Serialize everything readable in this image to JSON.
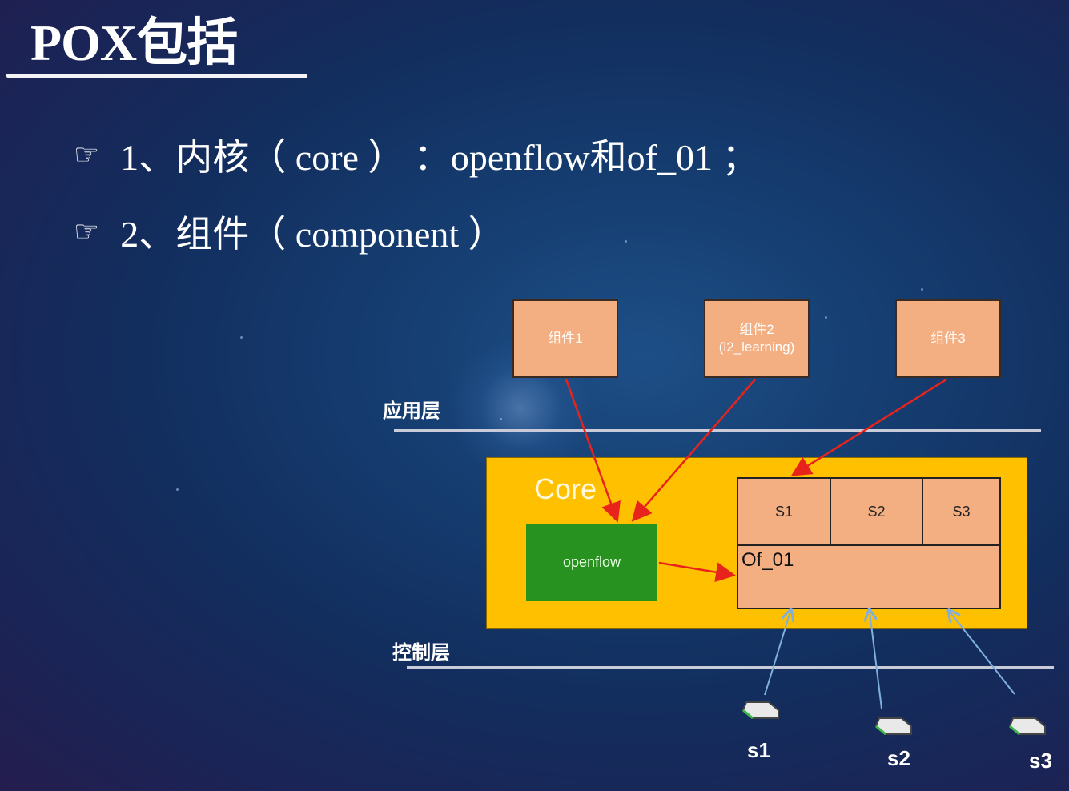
{
  "slide": {
    "title": "POX包括",
    "bullets": [
      {
        "icon": "pointing-hand-icon",
        "text": "1、内核（ core ） ：openflow和of_01 ；"
      },
      {
        "icon": "pointing-hand-icon",
        "text": "2、组件（ component ）"
      }
    ]
  },
  "diagram": {
    "components": [
      {
        "line1": "组件1",
        "line2": ""
      },
      {
        "line1": "组件2",
        "line2": "(l2_learning)"
      },
      {
        "line1": "组件3",
        "line2": ""
      }
    ],
    "layers": {
      "application": "应用层",
      "control": "控制层"
    },
    "core": {
      "label": "Core",
      "openflow": "openflow",
      "of01": {
        "label": "Of_01",
        "slots": [
          "S1",
          "S2",
          "S3"
        ]
      }
    },
    "switches": [
      "s1",
      "s2",
      "s3"
    ],
    "colors": {
      "component_fill": "#f3ae82",
      "core_fill": "#ffc000",
      "openflow_fill": "#27921f",
      "red_arrow": "#e8231c",
      "blue_arrow": "#7fb0e0"
    }
  }
}
